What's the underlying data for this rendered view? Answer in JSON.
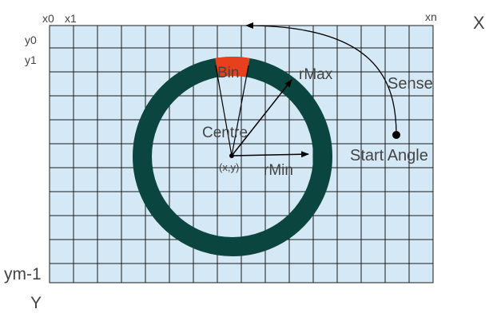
{
  "axes": {
    "x_axis": "X",
    "y_axis": "Y",
    "x0": "x0",
    "x1": "x1",
    "xn": "xn",
    "y0": "y0",
    "y1": "y1",
    "ym1": "ym-1"
  },
  "labels": {
    "bin": "Bin",
    "rmax": "rMax",
    "rmin": "rMin",
    "centre": "Centre",
    "centre_coords": "(x,y)",
    "sense": "Sense",
    "start_angle": "Start Angle"
  },
  "colors": {
    "grid_fill": "#d4e8f6",
    "grid_line": "#1a1a1a",
    "ring": "#0b4540",
    "bin": "#e8401c",
    "text": "#444444"
  }
}
